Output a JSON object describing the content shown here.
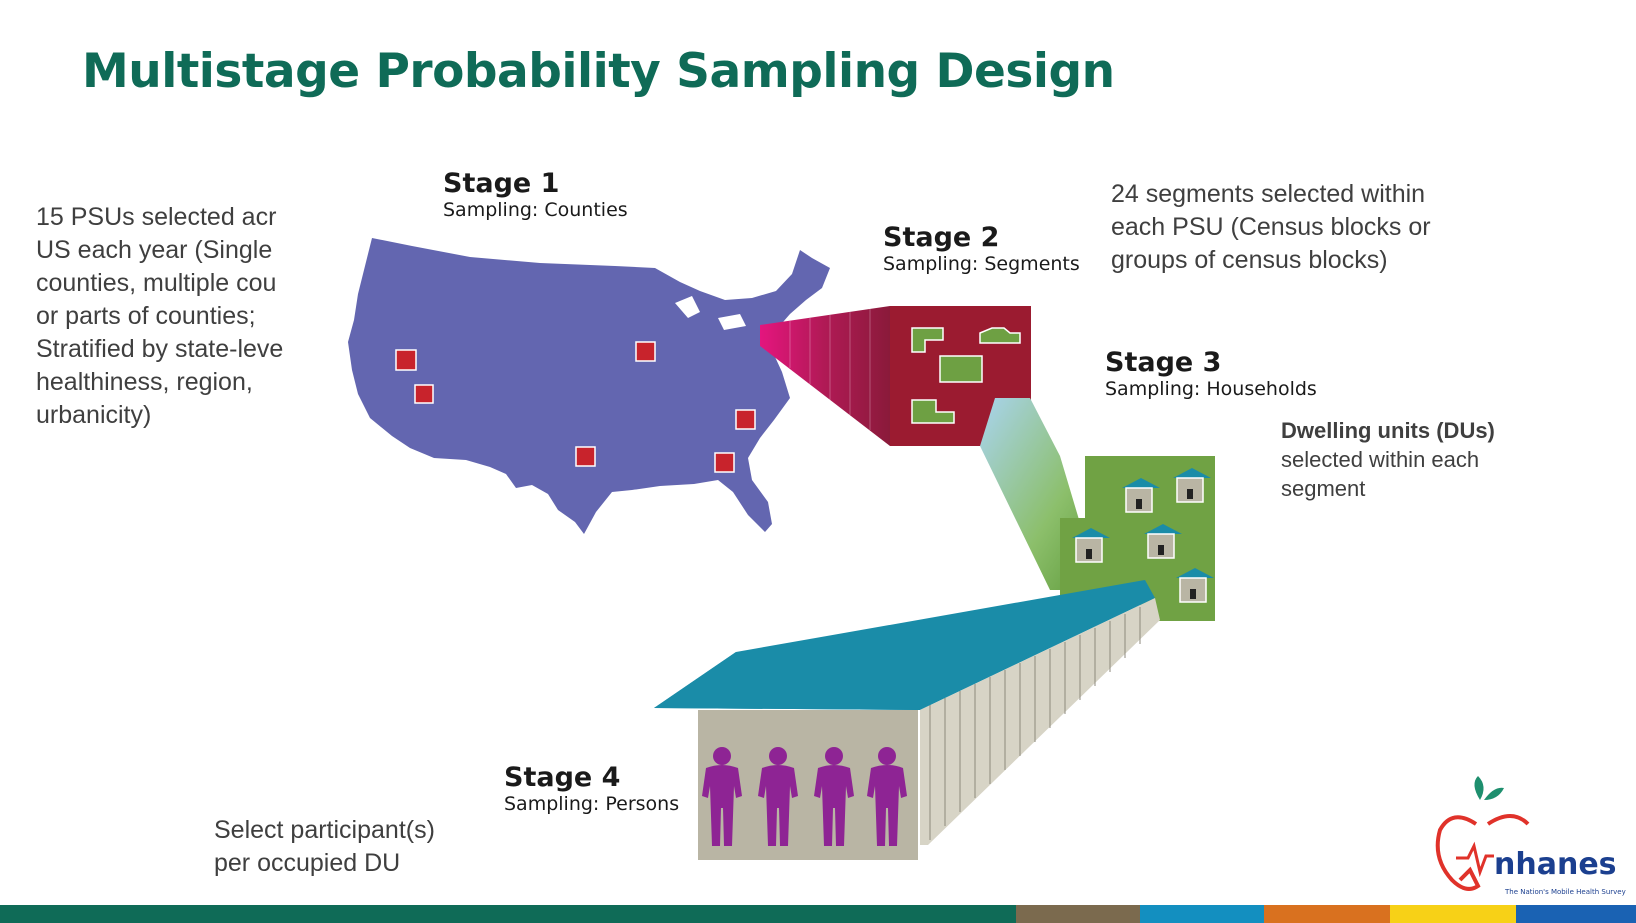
{
  "slide": {
    "title": "Multistage Probability Sampling Design"
  },
  "stages": [
    {
      "heading": "Stage 1",
      "sub": "Sampling: Counties"
    },
    {
      "heading": "Stage 2",
      "sub": "Sampling: Segments"
    },
    {
      "heading": "Stage 3",
      "sub": "Sampling: Households"
    },
    {
      "heading": "Stage 4",
      "sub": "Sampling: Persons"
    }
  ],
  "notes": {
    "psu": [
      "15 PSUs selected acr",
      "US each year (Single",
      "counties, multiple cou",
      "or parts of counties;",
      "Stratified by state-leve",
      "healthiness, region,",
      "urbanicity)"
    ],
    "segments": "24 segments selected within each PSU (Census blocks or groups of census blocks)",
    "du_bold": "Dwelling units (DUs)",
    "du_rest": "selected within each segment",
    "select": [
      "Select participant(s)",
      "per occupied DU"
    ]
  },
  "logo": {
    "name": "nhanes",
    "tagline": "The Nation's Mobile Health Survey"
  },
  "colors": {
    "title": "#0f6b57",
    "map": "#6366b0",
    "county_marker": "#c8232c",
    "segment_block": "#9b1b30",
    "segment_green": "#6ea043",
    "household_bg": "#70a244",
    "roof": "#1a8ca8",
    "person": "#8e2494",
    "house_wall": "#b9b5a4"
  },
  "footer_colors": [
    "#0f6b57",
    "#7b6a4e",
    "#138fc0",
    "#d9711f",
    "#f7d117",
    "#1a62b3"
  ]
}
